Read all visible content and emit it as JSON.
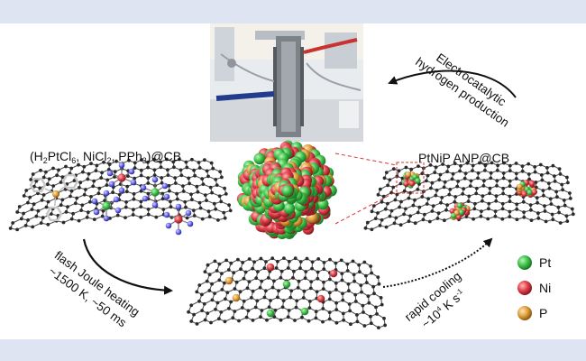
{
  "labels": {
    "precursor_prefix": "(H",
    "precursor_sub1": "2",
    "precursor_mid": "PtCl",
    "precursor_sub2": "6",
    "precursor_mid2": ", NiCl",
    "precursor_sub3": "2",
    "precursor_end": ", PPh",
    "precursor_sub4": "3",
    "precursor_tail": ")@CB",
    "product": "PtNiP ANP@CB",
    "electro_line1": "Electrocatalytic",
    "electro_line2": "hydrogen production",
    "joule_line1": "flash Joule heating",
    "joule_line2": "~1500 K, ~50 ms",
    "cooling_line1": "rapid cooling",
    "cooling_line2_a": "~10",
    "cooling_line2_sup1": "4",
    "cooling_line2_b": " K s",
    "cooling_line2_sup2": "-1"
  },
  "legend": [
    {
      "label": "Pt",
      "color": "#3fc24a"
    },
    {
      "label": "Ni",
      "color": "#e0404a"
    },
    {
      "label": "P",
      "color": "#e0a040"
    }
  ],
  "colors": {
    "band": "#dfe4f3",
    "lattice": "#444444",
    "atom": "#2a2a2a",
    "pt": "#3fc24a",
    "ni": "#e0404a",
    "p": "#e0a040",
    "cl": "#6b6bf0"
  }
}
